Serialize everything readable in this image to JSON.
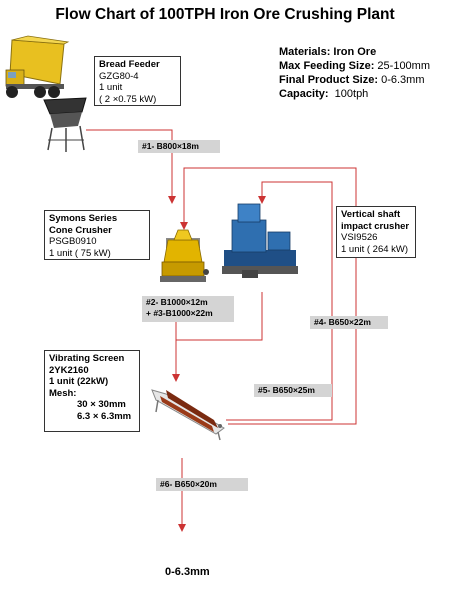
{
  "title": "Flow Chart of 100TPH Iron Ore Crushing Plant",
  "info": {
    "materials_label": "Materials:",
    "materials_value": "Iron Ore",
    "feed_label": "Max Feeding Size:",
    "feed_value": "25-100mm",
    "product_label": "Final Product Size:",
    "product_value": "0-6.3mm",
    "capacity_label": "Capacity:",
    "capacity_value": "100tph"
  },
  "feeder": {
    "name": "Bread Feeder",
    "model": "GZG80-4",
    "qty": "1 unit",
    "power": "( 2 ×0.75 kW)"
  },
  "cone": {
    "name_line1": "Symons Series",
    "name_line2": "Cone Crusher",
    "model": "PSGB0910",
    "qty_power": "1 unit ( 75 kW)"
  },
  "vsi": {
    "name_line1": "Vertical shaft",
    "name_line2": "impact crusher",
    "model": "VSI9526",
    "qty_power": "1 unit ( 264 kW)"
  },
  "screen": {
    "name_line1": "Vibrating Screen",
    "model": "2YK2160",
    "qty_power": "1 unit (22kW)",
    "mesh_label": "Mesh:",
    "mesh1": "30 × 30mm",
    "mesh2": "6.3 × 6.3mm"
  },
  "belts": {
    "b1": "#1- B800×18m",
    "b2_line1": "#2- B1000×12m",
    "b2_line2": "+ #3-B1000×22m",
    "b4": "#4- B650×22m",
    "b5": "#5- B650×25m",
    "b6": "#6- B650×20m"
  },
  "output": "0-6.3mm",
  "colors": {
    "flow_line": "#cc3333",
    "belt_bg": "#d4d4d4",
    "truck": "#e8c020",
    "cone": "#e2b400",
    "vsi": "#2f6fb0"
  }
}
